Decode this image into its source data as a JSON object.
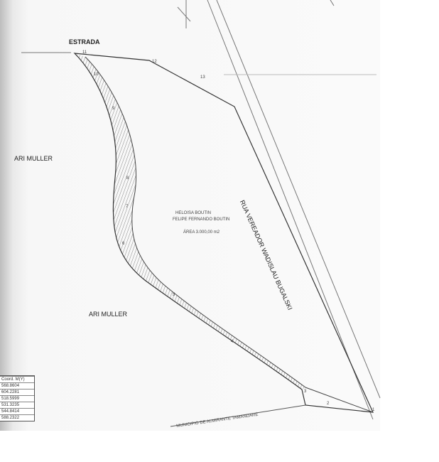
{
  "map": {
    "roads": {
      "estrada": "ESTRADA",
      "rua": "RUA VEREADOR WADISLAU BUGALSKI"
    },
    "neighbors": [
      "ARI MULLER",
      "ARI MULLER"
    ],
    "parcel": {
      "owner_1": "HELOISA BOUTIN",
      "owner_2": "FELIPE FERNANDO BOUTIN",
      "area": "ÁREA 3.000,00 m2"
    },
    "municipality": "MUNICIPIO DE ALMIRANTE TAMANDARÉ",
    "vertices": [
      "1",
      "2",
      "3",
      "4",
      "5",
      "6",
      "7",
      "8",
      "9",
      "10",
      "11",
      "12",
      "13"
    ],
    "coord_table": {
      "header": "Coord. M(Y)",
      "values": [
        "568.8604",
        "604.2281",
        "518.5999",
        "531.3235",
        "544.8414",
        "588.2322"
      ]
    }
  }
}
